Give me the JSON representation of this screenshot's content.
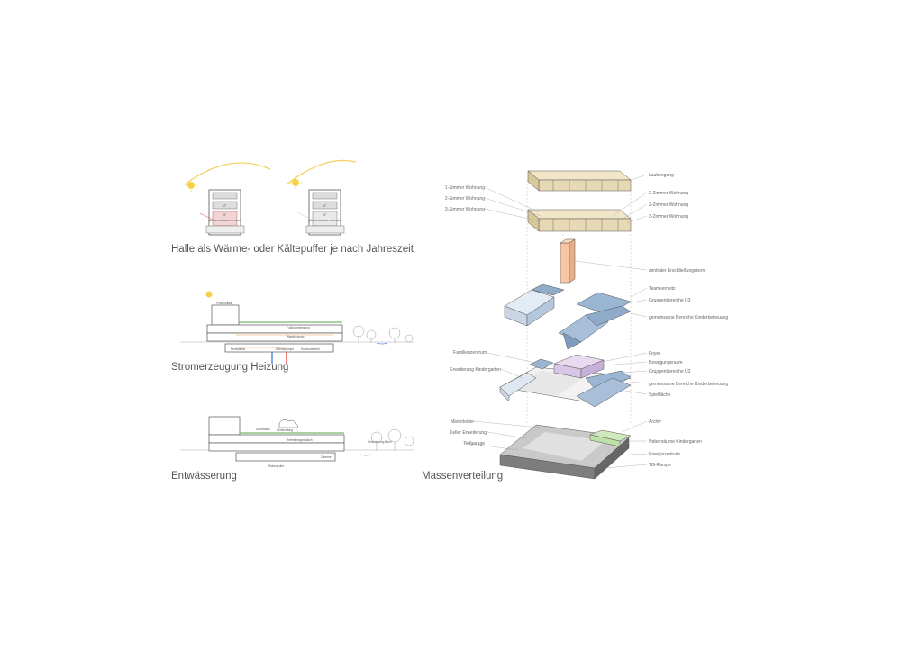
{
  "panels": {
    "halle": {
      "caption": "Halle als Wärme- oder Kältepuffer je nach Jahreszeit",
      "summer": {
        "roof": "22°",
        "hall_text": "Halle als Wärmepuffer im Winter",
        "temp": "15°"
      },
      "winter": {
        "roof": "22°",
        "hall_text": "Halle als Kältepuffer im Sommer",
        "temp": "15°"
      }
    },
    "strom": {
      "caption": "Stromerzeugung Heizung",
      "labels": {
        "pv": "Photovoltaik",
        "fussboden": "Fußbodenheizung",
        "wand": "Wandheizung",
        "fern": "Fernwärme",
        "waerme": "Wärmepumpe",
        "erd": "Erdsondenfeld"
      }
    },
    "entw": {
      "caption": "Entwässerung",
      "labels": {
        "dach": "Dachfläche",
        "verdunstung": "Verdunstung",
        "retention": "Retentionsgründach",
        "zisterne": "Zisterne",
        "versickerung": "Versickerung Bach",
        "sickergrube": "Sickergrube"
      }
    },
    "masse": {
      "caption": "Massenverteilung",
      "labels_left": [
        "1-Zimmer Wohnung",
        "2-Zimmer Wohnung",
        "3-Zimmer Wohnung",
        "Familienzentrum",
        "Erweiterung Kindergarten",
        "Mieterkeller",
        "Keller Erweiterung",
        "Tiefgarage"
      ],
      "labels_right": [
        "Laubengang",
        "2-Zimmer Wohnung",
        "2-Zimmer Wohnung",
        "3-Zimmer Wohnung",
        "zentraler Erschließungskern",
        "Teamkernsitz",
        "Gruppenbereiche U3",
        "gemeinsame Bereiche Kinderbetreuung",
        "Foyer",
        "Bewegungsraum",
        "Gruppenbereiche Ü3",
        "gemeinsame Bereiche Kinderbetreuung",
        "Spielfläche",
        "Archiv",
        "Nebenräume Kindergarten",
        "Energiezentrale",
        "TG-Rampe"
      ]
    }
  },
  "colors": {
    "laubengang": "#e8d9b5",
    "core": "#f6c6a6",
    "blue_light": "#dfe8f2",
    "blue_mid": "#9bb6d3",
    "purple": "#d9c6e6",
    "green": "#bfe0a8",
    "grey_dark": "#7d7d7d",
    "grey_light": "#c9c9c9"
  }
}
